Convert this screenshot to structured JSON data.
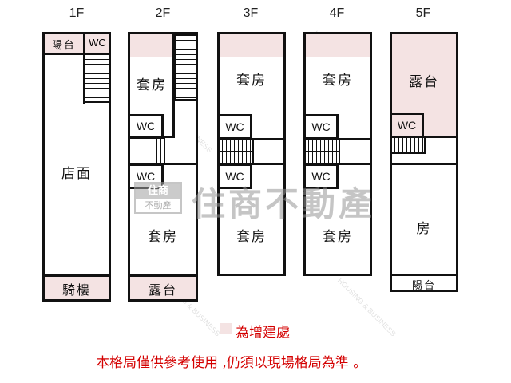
{
  "floors": [
    {
      "label": "1F",
      "rooms": {
        "balcony": "陽台",
        "wc": "WC",
        "main": "店面",
        "arcade": "騎樓"
      }
    },
    {
      "label": "2F",
      "rooms": {
        "suite_top": "套房",
        "wc1": "WC",
        "wc2": "WC",
        "suite_bottom": "套房",
        "terrace": "露台"
      }
    },
    {
      "label": "3F",
      "rooms": {
        "suite_top": "套房",
        "wc1": "WC",
        "wc2": "WC",
        "suite_bottom": "套房"
      }
    },
    {
      "label": "4F",
      "rooms": {
        "suite_top": "套房",
        "wc1": "WC",
        "wc2": "WC",
        "suite_bottom": "套房"
      }
    },
    {
      "label": "5F",
      "rooms": {
        "terrace": "露台",
        "wc": "WC",
        "room": "房",
        "balcony": "陽台"
      }
    }
  ],
  "watermark": {
    "main": "住商不動產",
    "logo_top": "住商",
    "logo_bottom": "不動產",
    "diagonal": "HOUSING & BUSINESS"
  },
  "legend": {
    "swatch_color": "#f4e3e3",
    "label": "為增建處"
  },
  "disclaimer": "本格局僅供參考使用 ,仍須以現場格局為準 。",
  "colors": {
    "wall": "#111111",
    "addition_pink": "#f4e3e3",
    "note_red": "#d40000"
  }
}
